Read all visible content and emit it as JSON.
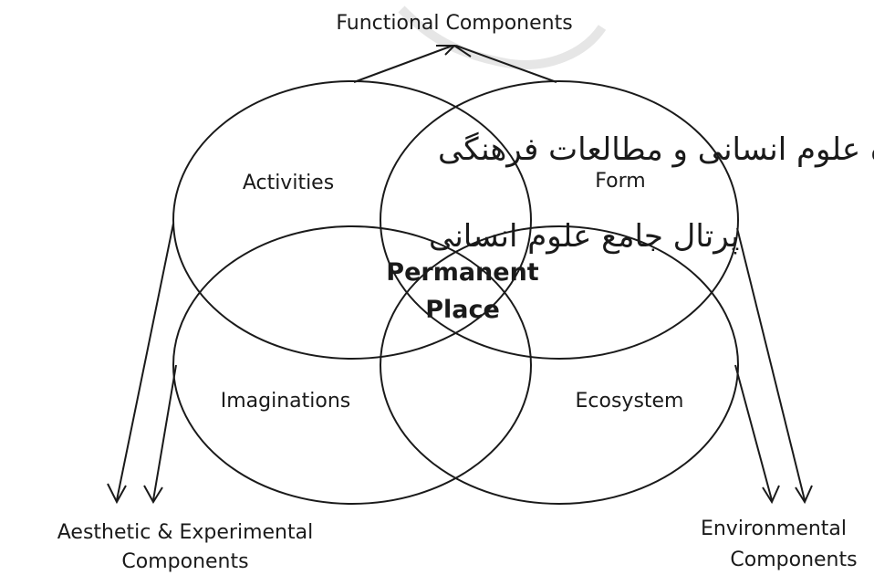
{
  "center": {
    "line1": "Permanent",
    "line2": "Place"
  },
  "circles": {
    "activities": "Activities",
    "form": "Form",
    "imaginations": "Imaginations",
    "ecosystem": "Ecosystem"
  },
  "components": {
    "functional": "Functional Components",
    "aesthetic_line1": "Aesthetic & Experimental",
    "aesthetic_line2": "Components",
    "environmental_line1": "Environmental",
    "environmental_line2": "Components"
  },
  "watermark": {
    "line1": "پژوهشگاه علوم انسانی و مطالعات فرهنگی",
    "line2": "پرتال جامع علوم انسانی"
  }
}
